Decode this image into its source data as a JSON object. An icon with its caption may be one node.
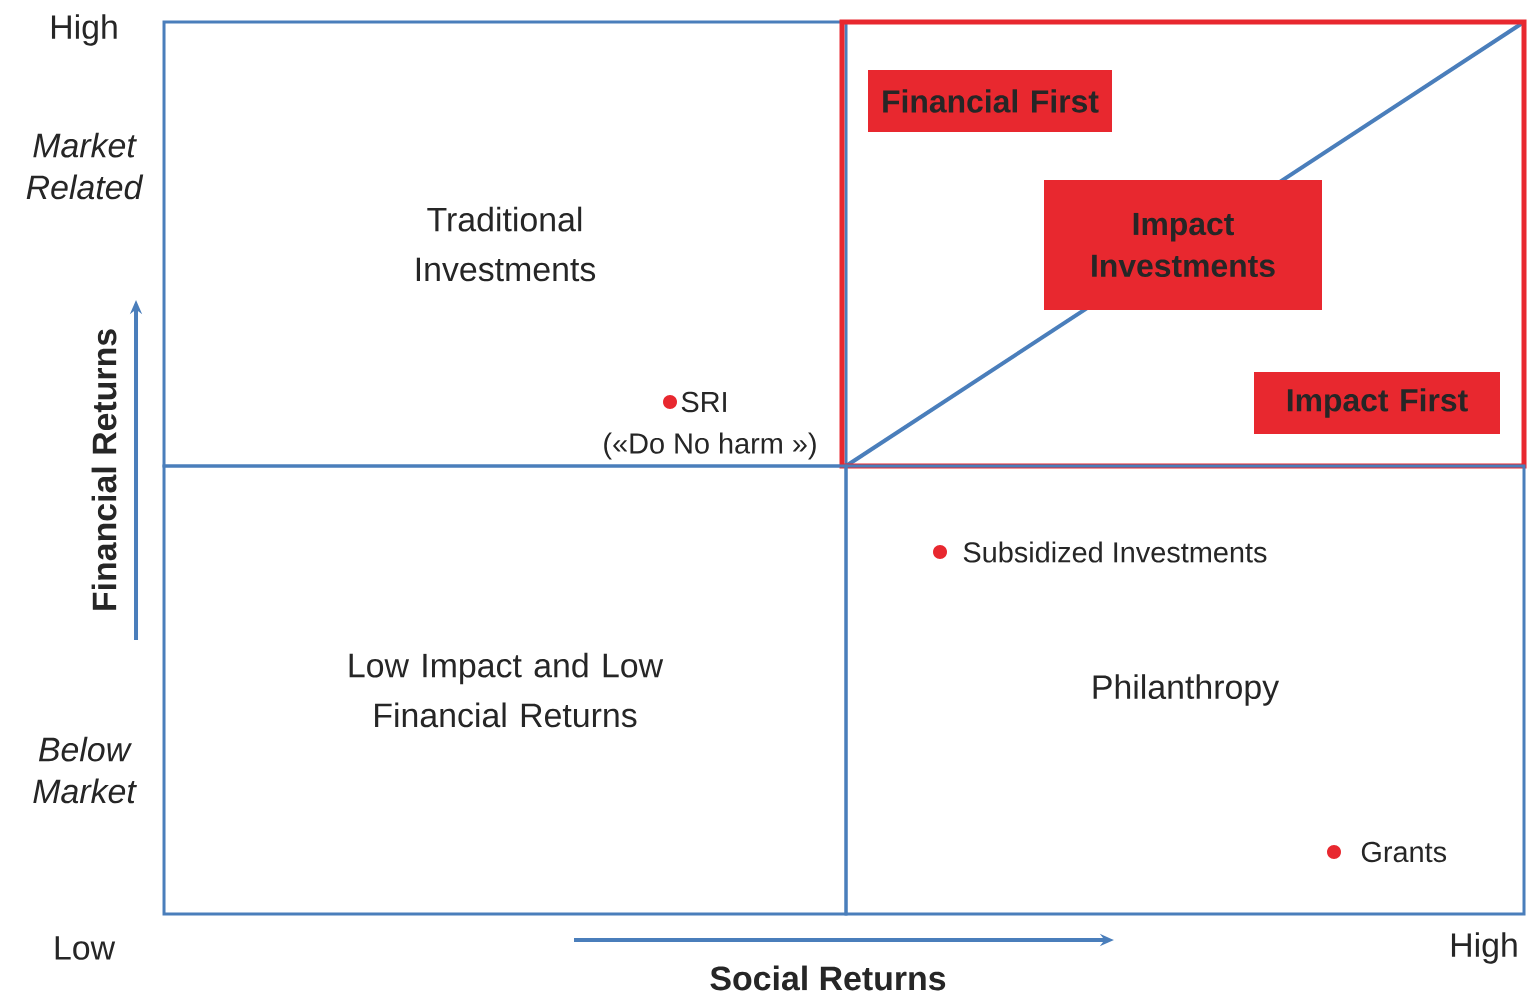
{
  "diagram": {
    "nodes": [
      {
        "text": [
          "Traditional Investments"
        ]
      },
      {
        "text": [],
        "shape": "box"
      },
      {
        "text": [
          "Financial First"
        ],
        "in": 1
      },
      {
        "text": [
          "Impact Investments"
        ],
        "in": 1
      },
      {
        "text": [
          "Impact First"
        ],
        "in": 1
      },
      {
        "text": [
          "Low Impact and Low Financial Returns"
        ]
      },
      {
        "text": [
          "Philanthropy"
        ]
      }
    ],
    "edges": [],
    "labels": [
      "High",
      "Market Related",
      "SRI",
      "(«Do No harm »)",
      "Financial Returns",
      "Subsidized Investments",
      "Below Market",
      "Grants",
      "Low",
      "Social Returns",
      "High"
    ]
  }
}
